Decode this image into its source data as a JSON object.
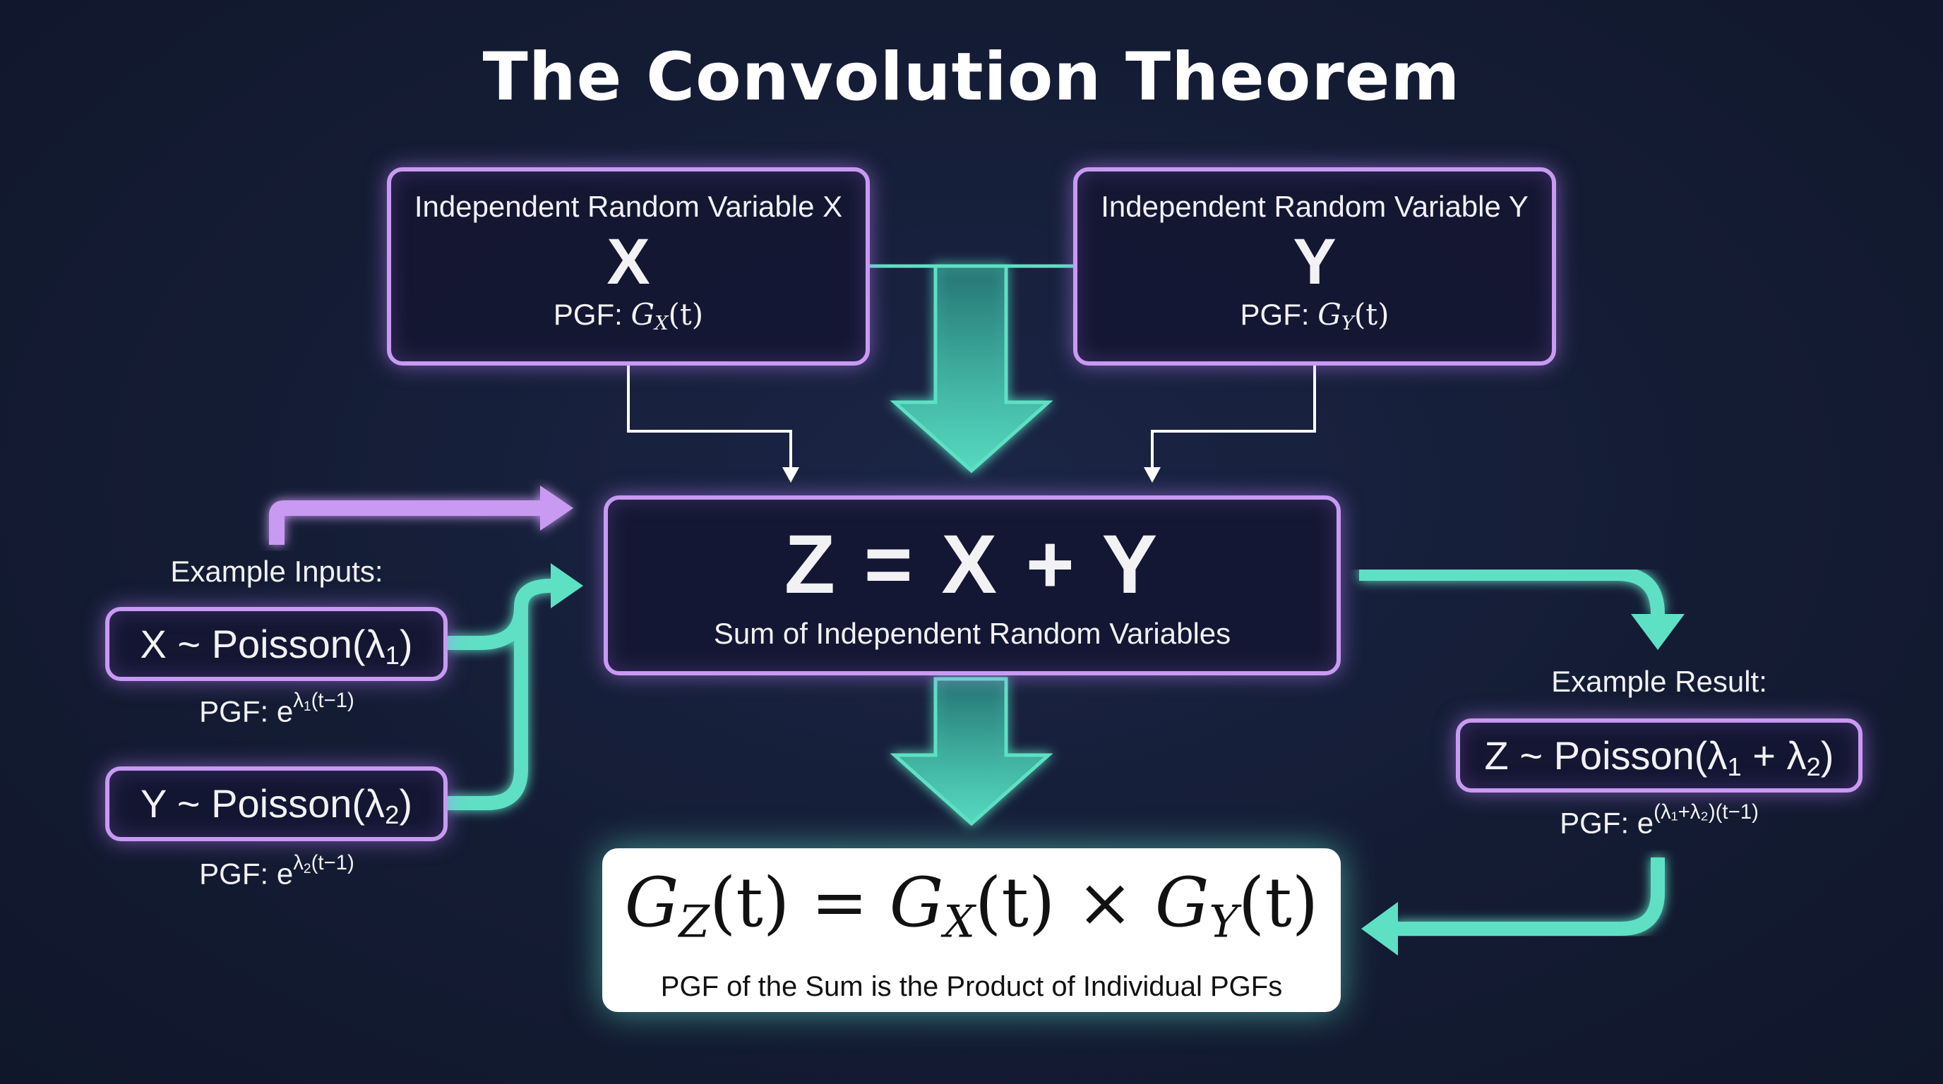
{
  "title": "The Convolution Theorem",
  "colors": {
    "background": "#141c34",
    "accent_purple": "#c89af2",
    "accent_teal": "#5ee0c4",
    "result_box": "#ffffff"
  },
  "variable_x": {
    "label": "Independent Random Variable X",
    "letter": "X",
    "pgf_prefix": "PGF:",
    "pgf_g": "G",
    "pgf_sub": "X",
    "pgf_arg": "(t)"
  },
  "variable_y": {
    "label": "Independent Random Variable Y",
    "letter": "Y",
    "pgf_prefix": "PGF:",
    "pgf_g": "G",
    "pgf_sub": "Y",
    "pgf_arg": "(t)"
  },
  "sum": {
    "equation": "Z = X + Y",
    "description": "Sum of Independent Random Variables"
  },
  "example_inputs": {
    "heading": "Example Inputs:",
    "items": [
      {
        "dist": "X ~ Poisson(λ",
        "sub": "1",
        "close": ")",
        "pgf_prefix": "PGF: e",
        "pgf_sup_a": "λ",
        "pgf_sup_sub": "1",
        "pgf_sup_b": "(t−1)"
      },
      {
        "dist": "Y ~ Poisson(λ",
        "sub": "2",
        "close": ")",
        "pgf_prefix": "PGF: e",
        "pgf_sup_a": "λ",
        "pgf_sup_sub": "2",
        "pgf_sup_b": "(t−1)"
      }
    ]
  },
  "example_result": {
    "heading": "Example Result:",
    "dist_a": "Z ~ Poisson(λ",
    "sub1": "1",
    "dist_b": " + λ",
    "sub2": "2",
    "close": ")",
    "pgf_prefix": "PGF: e",
    "pgf_sup": "(λ₁+λ₂)(t−1)"
  },
  "result": {
    "g": "G",
    "z": "Z",
    "x": "X",
    "y": "Y",
    "t": "(t)",
    "eq": " = ",
    "times": " × ",
    "description": "PGF of the Sum is the Product of Individual PGFs"
  }
}
